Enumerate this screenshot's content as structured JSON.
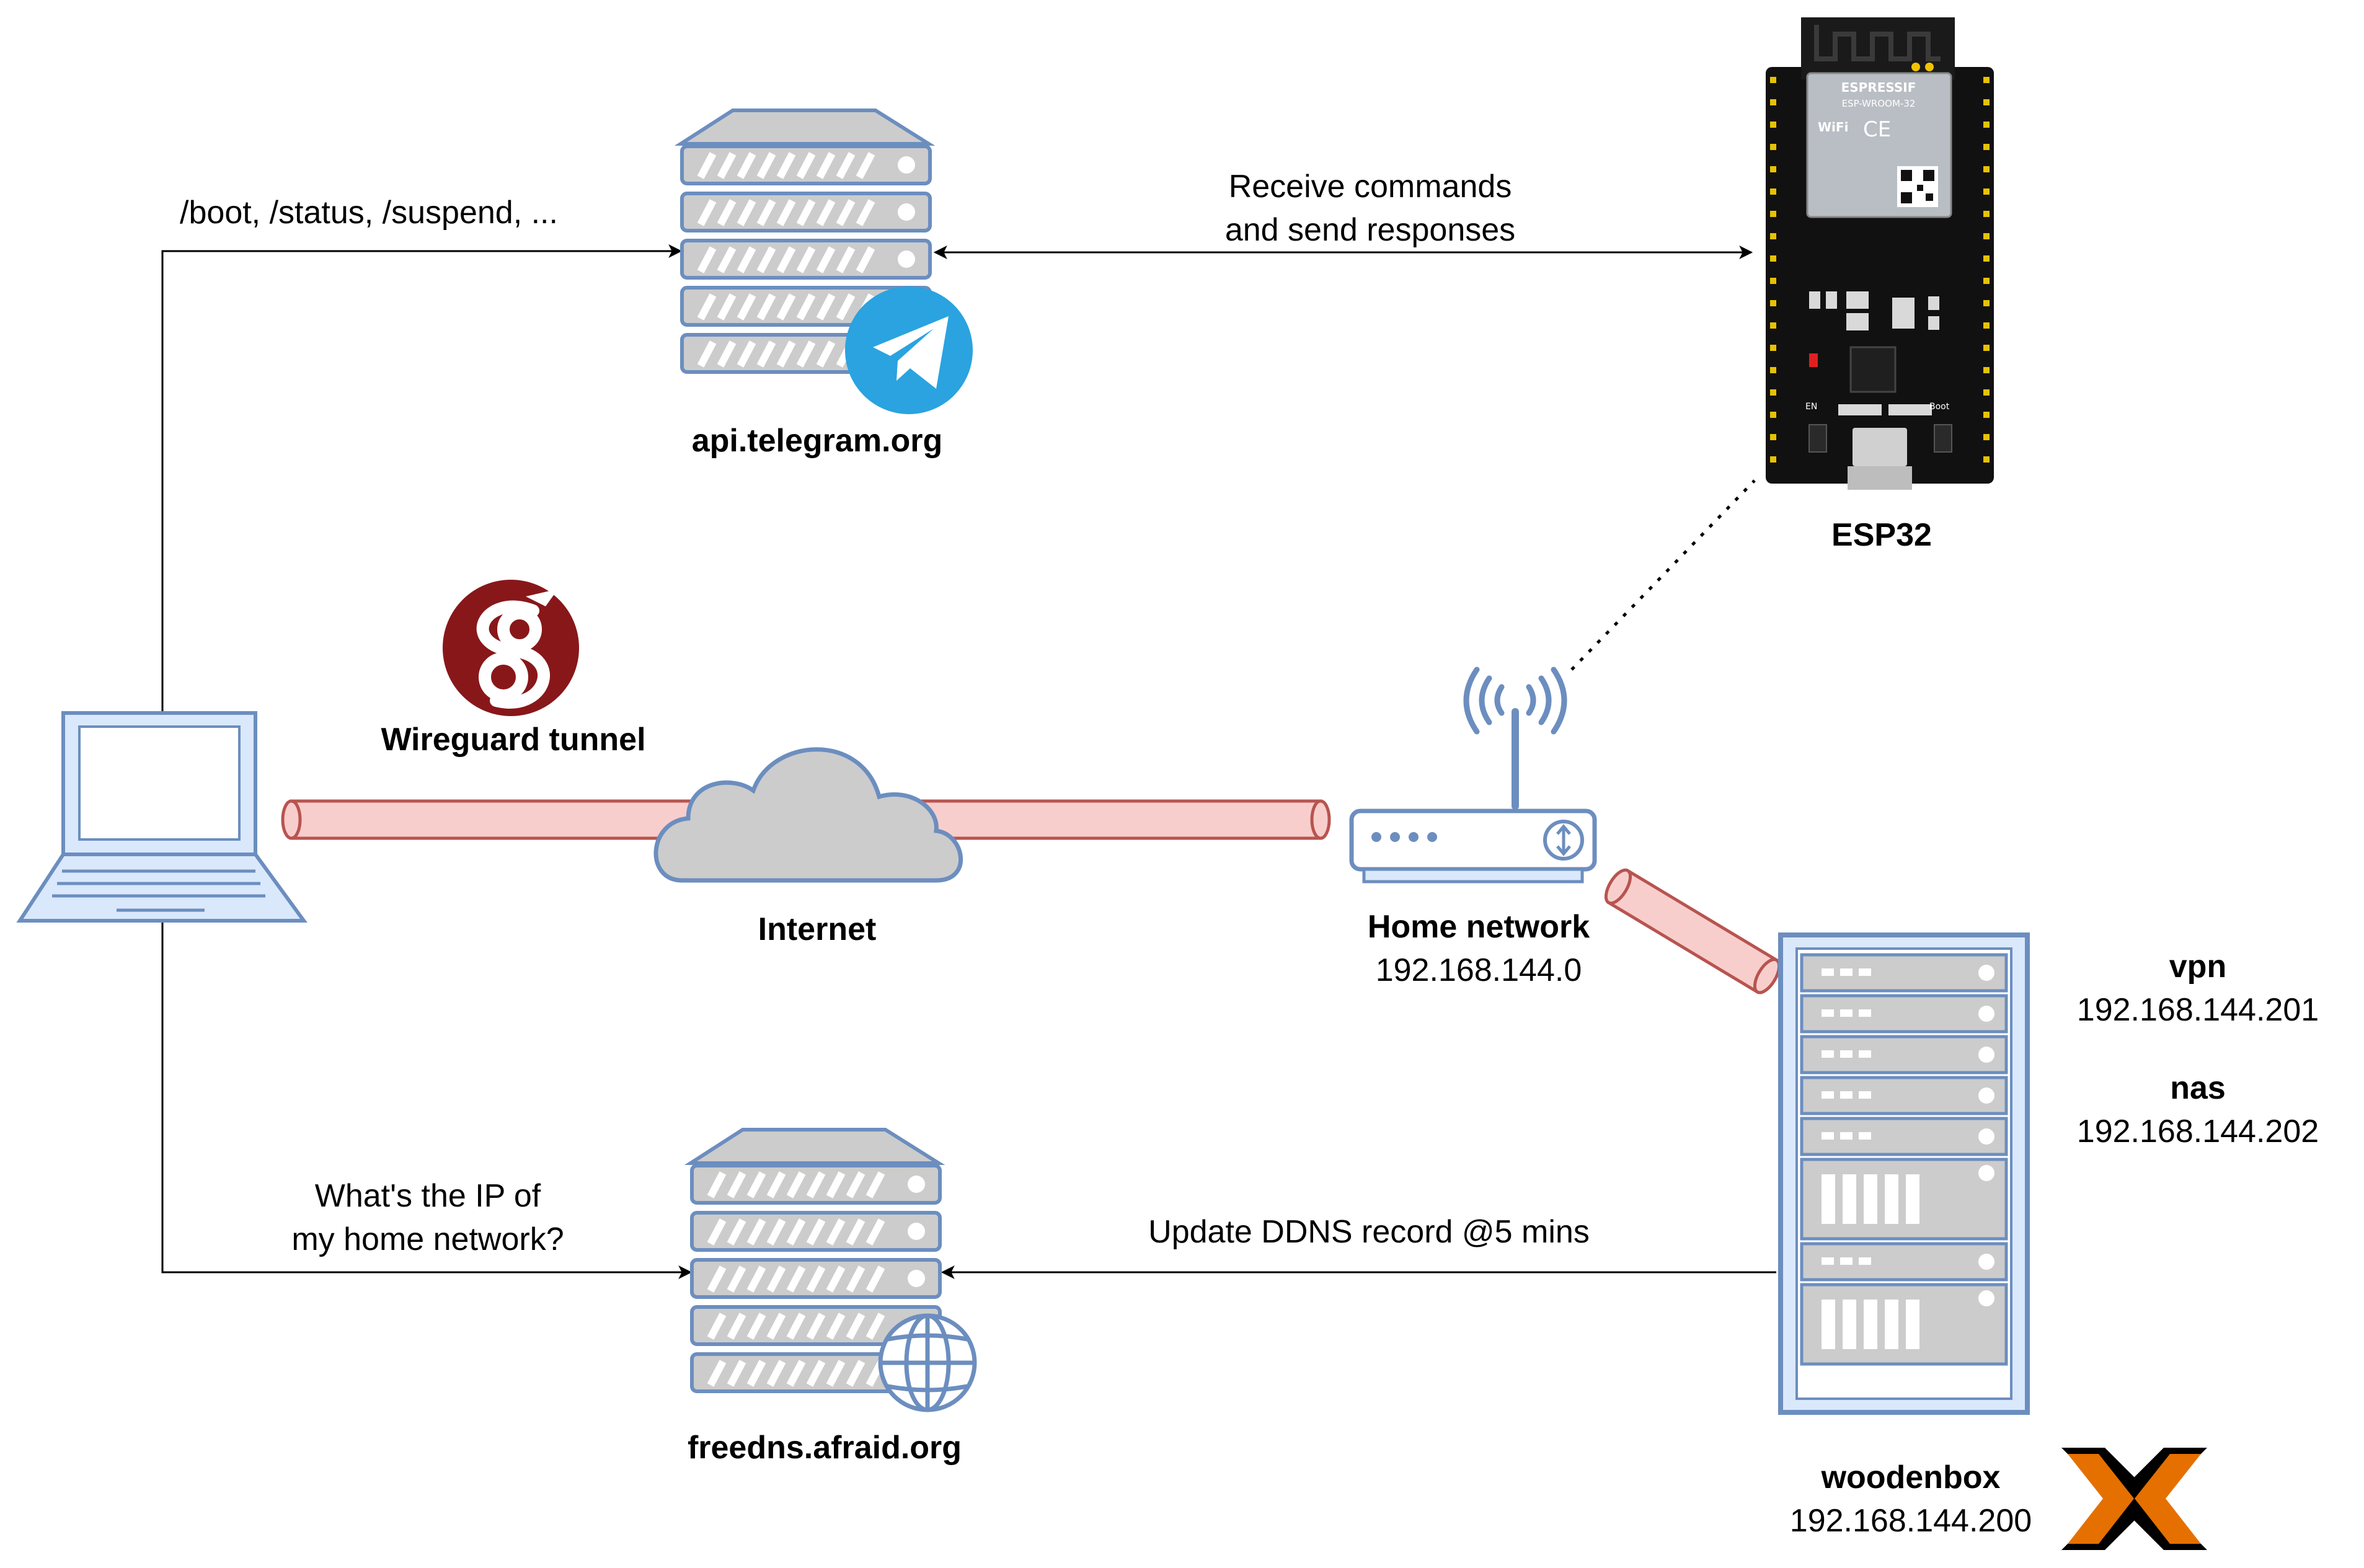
{
  "nodes": {
    "telegram": {
      "label": "api.telegram.org"
    },
    "freedns": {
      "label": "freedns.afraid.org"
    },
    "esp32": {
      "label": "ESP32",
      "module_brand": "ESPRESSIF",
      "module_model": "ESP-WROOM-32",
      "wifi_mark": "WiFi",
      "ce_mark": "CE",
      "en_label": "EN",
      "boot_label": "Boot"
    },
    "wireguard": {
      "label": "Wireguard tunnel"
    },
    "internet": {
      "label": "Internet"
    },
    "home_network": {
      "label": "Home network",
      "ip": "192.168.144.0"
    },
    "woodenbox": {
      "label": "woodenbox",
      "ip": "192.168.144.200"
    },
    "vpn": {
      "label": "vpn",
      "ip": "192.168.144.201"
    },
    "nas": {
      "label": "nas",
      "ip": "192.168.144.202"
    }
  },
  "edges": {
    "laptop_to_telegram": "/boot, /status, /suspend, ...",
    "telegram_esp32_line1": "Receive commands",
    "telegram_esp32_line2": "and send responses",
    "laptop_to_freedns_line1": "What's the IP of",
    "laptop_to_freedns_line2": "my home network?",
    "woodenbox_to_freedns": "Update DDNS record @5 mins"
  },
  "colors": {
    "device_stroke": "#6c8ebf",
    "device_fill": "#dae8fc",
    "server_fill": "#cccccc",
    "tunnel_fill": "#f8cecc",
    "tunnel_stroke": "#b85450",
    "telegram_blue": "#2aa3e0",
    "wireguard_red": "#88171a",
    "proxmox_orange": "#e57000"
  },
  "icons": [
    "laptop-icon",
    "server-icon",
    "telegram-icon",
    "globe-icon",
    "cloud-icon",
    "router-icon",
    "rack-icon",
    "esp32-board-icon",
    "wireguard-icon",
    "proxmox-icon"
  ]
}
